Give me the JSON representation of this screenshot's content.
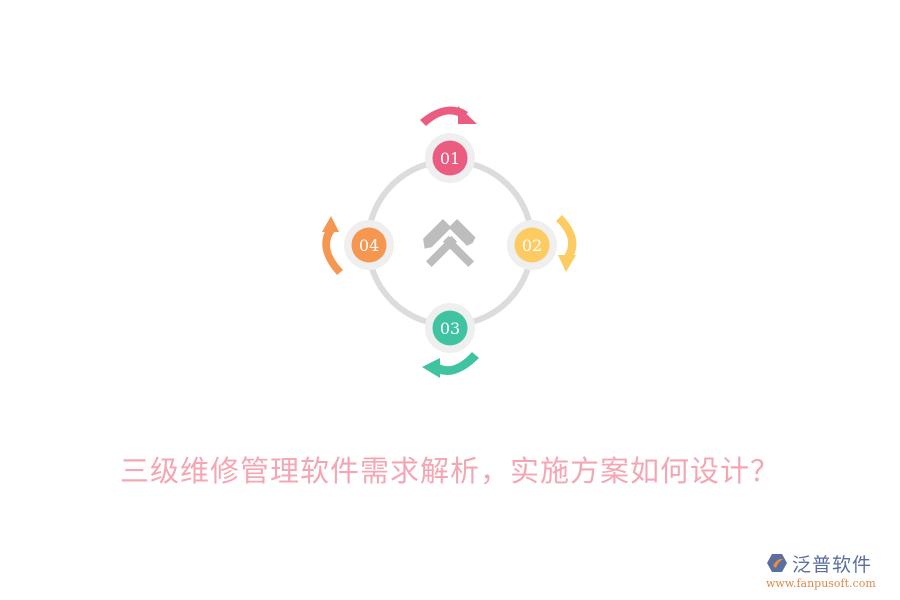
{
  "diagram": {
    "center_icon": "crossed-hammers-icon",
    "ring_color": "#dedede",
    "steps": [
      {
        "label": "01",
        "color": "#ec5b80",
        "position": "top",
        "arrow": "clockwise-arrow-top"
      },
      {
        "label": "02",
        "color": "#fccb62",
        "position": "right",
        "arrow": "clockwise-arrow-right"
      },
      {
        "label": "03",
        "color": "#3fc3a0",
        "position": "bottom",
        "arrow": "clockwise-arrow-bottom"
      },
      {
        "label": "04",
        "color": "#f59651",
        "position": "left",
        "arrow": "clockwise-arrow-left"
      }
    ]
  },
  "title": "三级维修管理软件需求解析，实施方案如何设计？",
  "logo": {
    "name": "泛普软件",
    "url": "www.fanpusoft.com"
  }
}
